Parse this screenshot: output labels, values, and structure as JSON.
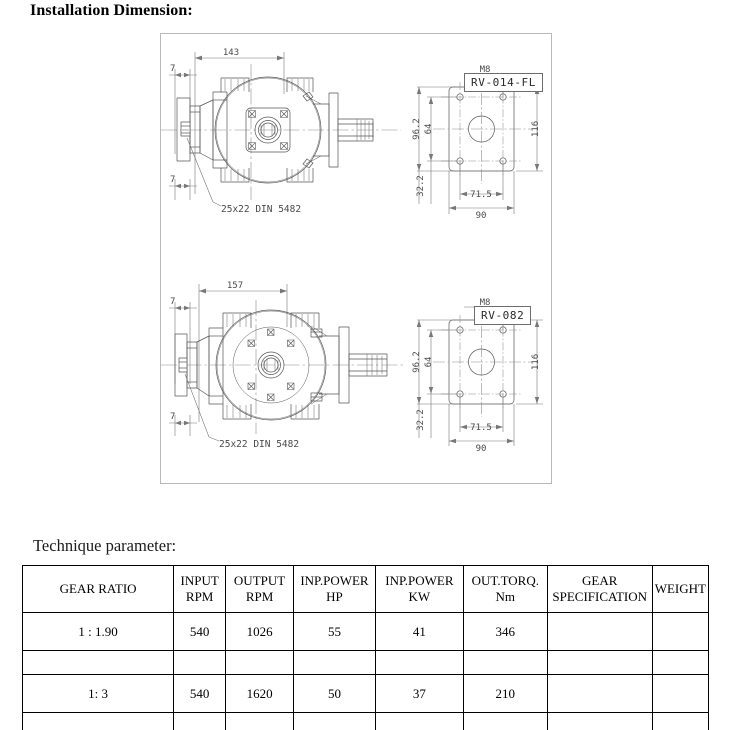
{
  "document": {
    "install_heading": "Installation Dimension:",
    "technique_heading": "Technique parameter:"
  },
  "drawings": [
    {
      "model_label": "RV-014-FL",
      "side_view": {
        "length_dim": "143",
        "top_offset_dim": "7",
        "bottom_offset_dim": "7",
        "spline_note": "25x22  DIN 5482"
      },
      "flange_view": {
        "bolt_thread": "M8",
        "height_overall": "96.2",
        "bolt_spacing_v": "64",
        "offset_bottom": "32.2",
        "side_height": "116",
        "bolt_spacing_h": "71.5",
        "width_overall": "90"
      }
    },
    {
      "model_label": "RV-082",
      "side_view": {
        "length_dim": "157",
        "top_offset_dim": "7",
        "bottom_offset_dim": "7",
        "spline_note": "25x22  DIN 5482"
      },
      "flange_view": {
        "bolt_thread": "M8",
        "height_overall": "96.2",
        "bolt_spacing_v": "64",
        "offset_bottom": "32.2",
        "side_height": "116",
        "bolt_spacing_h": "71.5",
        "width_overall": "90"
      }
    }
  ],
  "table": {
    "headers": [
      {
        "line1": "GEAR RATIO",
        "line2": ""
      },
      {
        "line1": "INPUT",
        "line2": "RPM"
      },
      {
        "line1": "OUTPUT",
        "line2": "RPM"
      },
      {
        "line1": "INP.POWER",
        "line2": "HP"
      },
      {
        "line1": "INP.POWER",
        "line2": "KW"
      },
      {
        "line1": "OUT.TORQ.",
        "line2": "Nm"
      },
      {
        "line1": "GEAR",
        "line2": "SPECIFICATION"
      },
      {
        "line1": "WEIGHT",
        "line2": ""
      }
    ],
    "rows": [
      {
        "type": "data",
        "cells": [
          "1 : 1.90",
          "540",
          "1026",
          "55",
          "41",
          "346",
          "",
          ""
        ]
      },
      {
        "type": "blank",
        "cells": [
          "",
          "",
          "",
          "",
          "",
          "",
          "",
          ""
        ]
      },
      {
        "type": "data",
        "cells": [
          "1: 3",
          "540",
          "1620",
          "50",
          "37",
          "210",
          "",
          ""
        ]
      },
      {
        "type": "blank",
        "cells": [
          "",
          "",
          "",
          "",
          "",
          "",
          "",
          ""
        ]
      }
    ]
  },
  "colors": {
    "line": "#555555",
    "frame": "#b9b9b9",
    "text": "#000000"
  }
}
